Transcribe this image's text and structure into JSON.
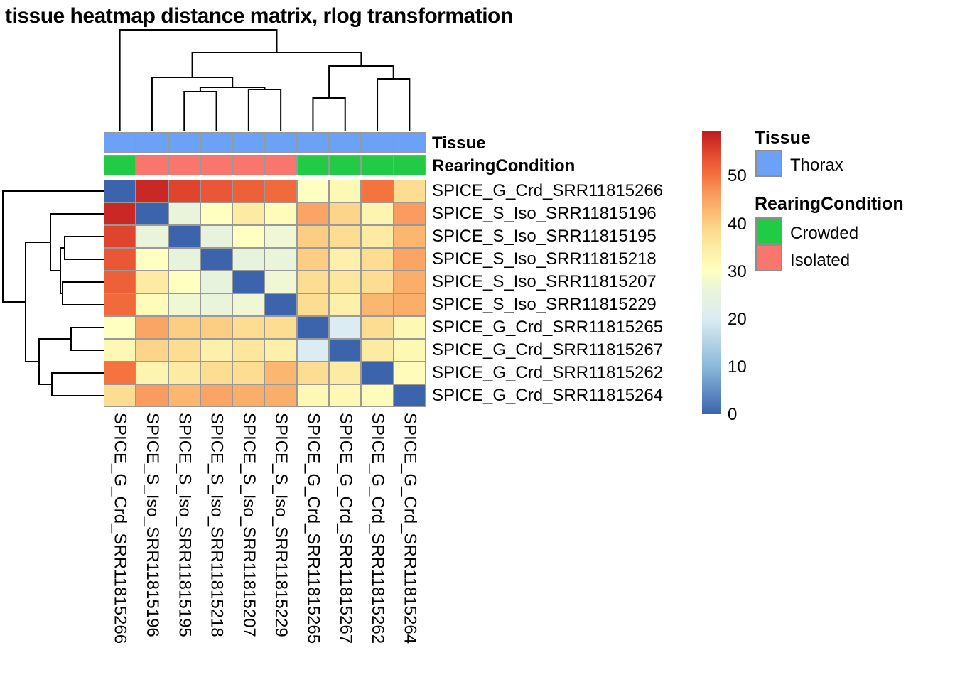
{
  "title": "tissue heatmap distance matrix, rlog transformation",
  "tracks": {
    "tissue_label": "Tissue",
    "rearing_label": "RearingCondition"
  },
  "legend": {
    "tissue_title": "Tissue",
    "thorax_label": "Thorax",
    "rearing_title": "RearingCondition",
    "crowded_label": "Crowded",
    "isolated_label": "Isolated"
  },
  "colors": {
    "grid_line": "#999999",
    "dendrogram": "#000000",
    "thorax": "#6BA2F7",
    "crowded": "#22CB45",
    "isolated": "#F8766D"
  },
  "chart_data": {
    "type": "heatmap",
    "title": "tissue heatmap distance matrix, rlog transformation",
    "samples": [
      "SPICE_G_Crd_SRR11815266",
      "SPICE_S_Iso_SRR11815196",
      "SPICE_S_Iso_SRR11815195",
      "SPICE_S_Iso_SRR11815218",
      "SPICE_S_Iso_SRR11815207",
      "SPICE_S_Iso_SRR11815229",
      "SPICE_G_Crd_SRR11815265",
      "SPICE_G_Crd_SRR11815267",
      "SPICE_G_Crd_SRR11815262",
      "SPICE_G_Crd_SRR11815264"
    ],
    "matrix": [
      [
        0,
        58,
        55,
        53,
        52,
        51,
        30,
        32,
        50,
        38
      ],
      [
        58,
        0,
        26,
        30,
        35,
        31,
        45,
        39,
        33,
        46
      ],
      [
        55,
        26,
        0,
        25,
        30,
        27,
        40,
        38,
        35,
        43
      ],
      [
        53,
        30,
        25,
        0,
        25,
        26,
        40,
        34,
        38,
        45
      ],
      [
        52,
        35,
        30,
        25,
        0,
        27,
        38,
        36,
        38,
        44
      ],
      [
        51,
        31,
        27,
        26,
        27,
        0,
        38,
        34,
        43,
        44
      ],
      [
        30,
        45,
        40,
        40,
        38,
        38,
        0,
        20,
        38,
        32
      ],
      [
        32,
        39,
        38,
        34,
        36,
        34,
        20,
        0,
        35,
        32
      ],
      [
        50,
        33,
        35,
        38,
        38,
        43,
        38,
        35,
        0,
        31
      ],
      [
        38,
        46,
        43,
        45,
        44,
        44,
        32,
        32,
        31,
        0
      ]
    ],
    "value_scale": {
      "min": 0,
      "max": 59.3,
      "ticks": [
        50,
        40,
        30,
        20,
        10,
        0
      ],
      "colorbar_anchors": [
        {
          "v": 0,
          "color": "#3B64AC"
        },
        {
          "v": 10,
          "color": "#8BB9DA"
        },
        {
          "v": 20,
          "color": "#DBECF2"
        },
        {
          "v": 26,
          "color": "#EAF4DA"
        },
        {
          "v": 30,
          "color": "#FEFFC0"
        },
        {
          "v": 34,
          "color": "#FDF0AA"
        },
        {
          "v": 38,
          "color": "#FCDD92"
        },
        {
          "v": 42,
          "color": "#FBBE75"
        },
        {
          "v": 46,
          "color": "#FA9C5F"
        },
        {
          "v": 50,
          "color": "#F4733F"
        },
        {
          "v": 54,
          "color": "#E64E33"
        },
        {
          "v": 59.3,
          "color": "#C01B1F"
        }
      ]
    },
    "column_annotations": {
      "Tissue": [
        "Thorax",
        "Thorax",
        "Thorax",
        "Thorax",
        "Thorax",
        "Thorax",
        "Thorax",
        "Thorax",
        "Thorax",
        "Thorax"
      ],
      "RearingCondition": [
        "Crowded",
        "Isolated",
        "Isolated",
        "Isolated",
        "Isolated",
        "Isolated",
        "Crowded",
        "Crowded",
        "Crowded",
        "Crowded"
      ]
    },
    "dendrogram_merges": [
      {
        "a": "L3",
        "b": "L4",
        "h": 55
      },
      {
        "a": "L5",
        "b": "L6",
        "h": 58
      },
      {
        "a": "M0",
        "b": "M1",
        "h": 61
      },
      {
        "a": "L2",
        "b": "M2",
        "h": 75
      },
      {
        "a": "L7",
        "b": "L8",
        "h": 46
      },
      {
        "a": "L9",
        "b": "L10",
        "h": 73
      },
      {
        "a": "M4",
        "b": "M5",
        "h": 91
      },
      {
        "a": "M3",
        "b": "M6",
        "h": 110
      },
      {
        "a": "L1",
        "b": "M7",
        "h": 142
      }
    ]
  }
}
